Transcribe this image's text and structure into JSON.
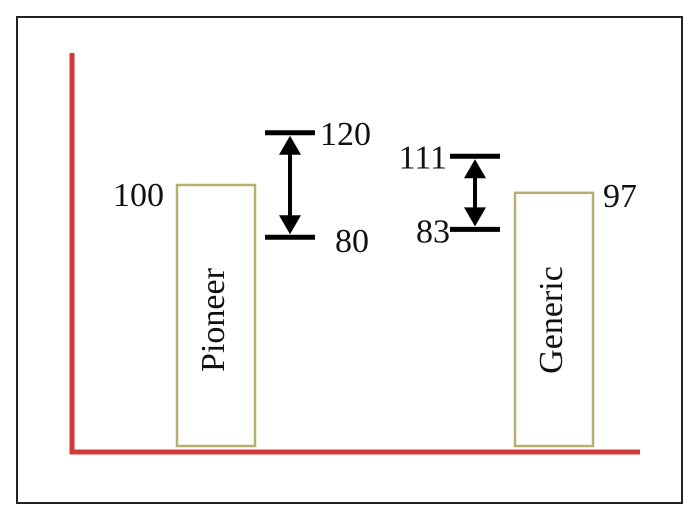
{
  "colors": {
    "frame": "#222222",
    "axis": "#d23a3a",
    "bar_outline": "#b8b070",
    "arrow": "#000000",
    "text": "#111111"
  },
  "bars": [
    {
      "name": "Pioneer",
      "value": 100,
      "value_label": "100"
    },
    {
      "name": "Generic",
      "value": 97,
      "value_label": "97"
    }
  ],
  "ranges": [
    {
      "low": 80,
      "high": 120,
      "low_label": "80",
      "high_label": "120"
    },
    {
      "low": 83,
      "high": 111,
      "low_label": "83",
      "high_label": "111"
    }
  ]
}
